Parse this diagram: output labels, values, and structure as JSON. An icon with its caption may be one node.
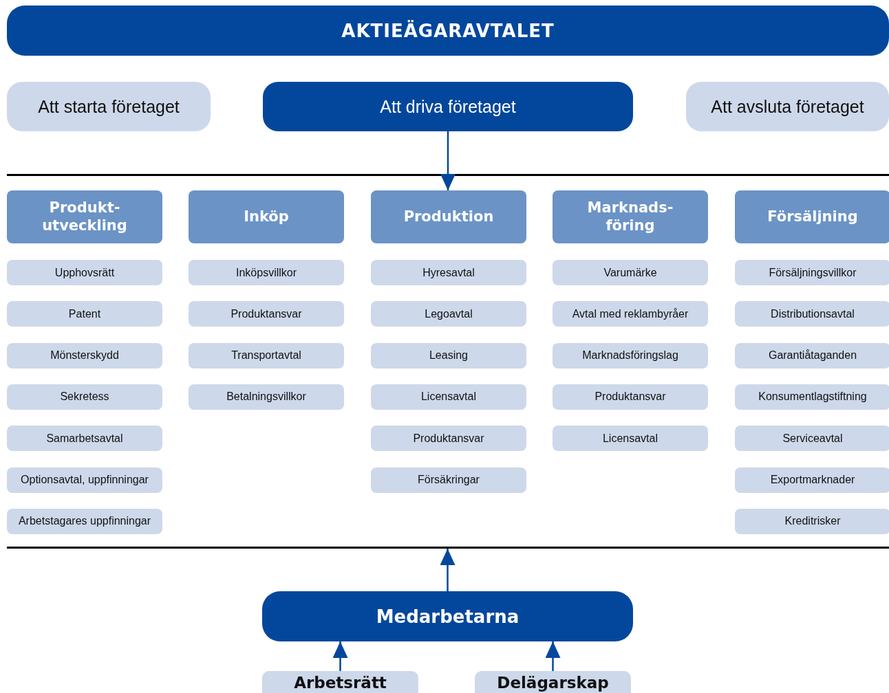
{
  "diagram": {
    "nodes": [
      {
        "text": [
          "AKTIEÄGARAVTALET"
        ]
      },
      {
        "text": [
          "Att starta företaget"
        ]
      },
      {
        "text": [
          "Att driva företaget"
        ]
      },
      {
        "text": [
          "Att avsluta företaget"
        ]
      },
      {
        "text": [
          "Produkt- utveckling"
        ]
      },
      {
        "text": [
          "Upphovsrätt"
        ]
      },
      {
        "text": [
          "Patent"
        ]
      },
      {
        "text": [
          "Mönsterskydd"
        ]
      },
      {
        "text": [
          "Sekretess"
        ]
      },
      {
        "text": [
          "Samarbetsavtal"
        ]
      },
      {
        "text": [
          "Optionsavtal, uppfinningar"
        ]
      },
      {
        "text": [
          "Arbetstagares uppfinningar"
        ]
      },
      {
        "text": [
          "Inköp"
        ]
      },
      {
        "text": [
          "Inköpsvillkor"
        ]
      },
      {
        "text": [
          "Produktansvar"
        ]
      },
      {
        "text": [
          "Transportavtal"
        ]
      },
      {
        "text": [
          "Betalningsvillkor"
        ]
      },
      {
        "text": [
          "Produktion"
        ]
      },
      {
        "text": [
          "Hyresavtal"
        ]
      },
      {
        "text": [
          "Legoavtal"
        ]
      },
      {
        "text": [
          "Leasing"
        ]
      },
      {
        "text": [
          "Licensavtal"
        ]
      },
      {
        "text": [
          "Produktansvar"
        ]
      },
      {
        "text": [
          "Försäkringar"
        ]
      },
      {
        "text": [
          "Marknads- föring"
        ]
      },
      {
        "text": [
          "Varumärke"
        ]
      },
      {
        "text": [
          "Avtal med reklambyråer"
        ]
      },
      {
        "text": [
          "Marknadsföringslag"
        ]
      },
      {
        "text": [
          "Produktansvar"
        ]
      },
      {
        "text": [
          "Licensavtal"
        ]
      },
      {
        "text": [
          "Försäljning"
        ]
      },
      {
        "text": [
          "Försäljningsvillkor"
        ]
      },
      {
        "text": [
          "Distributionsavtal"
        ]
      },
      {
        "text": [
          "Garantiåtaganden"
        ]
      },
      {
        "text": [
          "Konsumentlagstiftning"
        ]
      },
      {
        "text": [
          "Serviceavtal"
        ]
      },
      {
        "text": [
          "Exportmarknader"
        ]
      },
      {
        "text": [
          "Kreditrisker"
        ]
      },
      {
        "text": [
          "Medarbetarna"
        ]
      },
      {
        "text": [
          "Arbetsrätt"
        ]
      },
      {
        "text": [
          "Delägarskap"
        ]
      }
    ],
    "edges": [
      {
        "from": 2,
        "to": 17,
        "arrow": "to"
      },
      {
        "from": 38,
        "to": null,
        "arrow": "to"
      },
      {
        "from": 39,
        "to": 38,
        "arrow": "to"
      },
      {
        "from": 40,
        "to": 38,
        "arrow": "to"
      }
    ]
  }
}
